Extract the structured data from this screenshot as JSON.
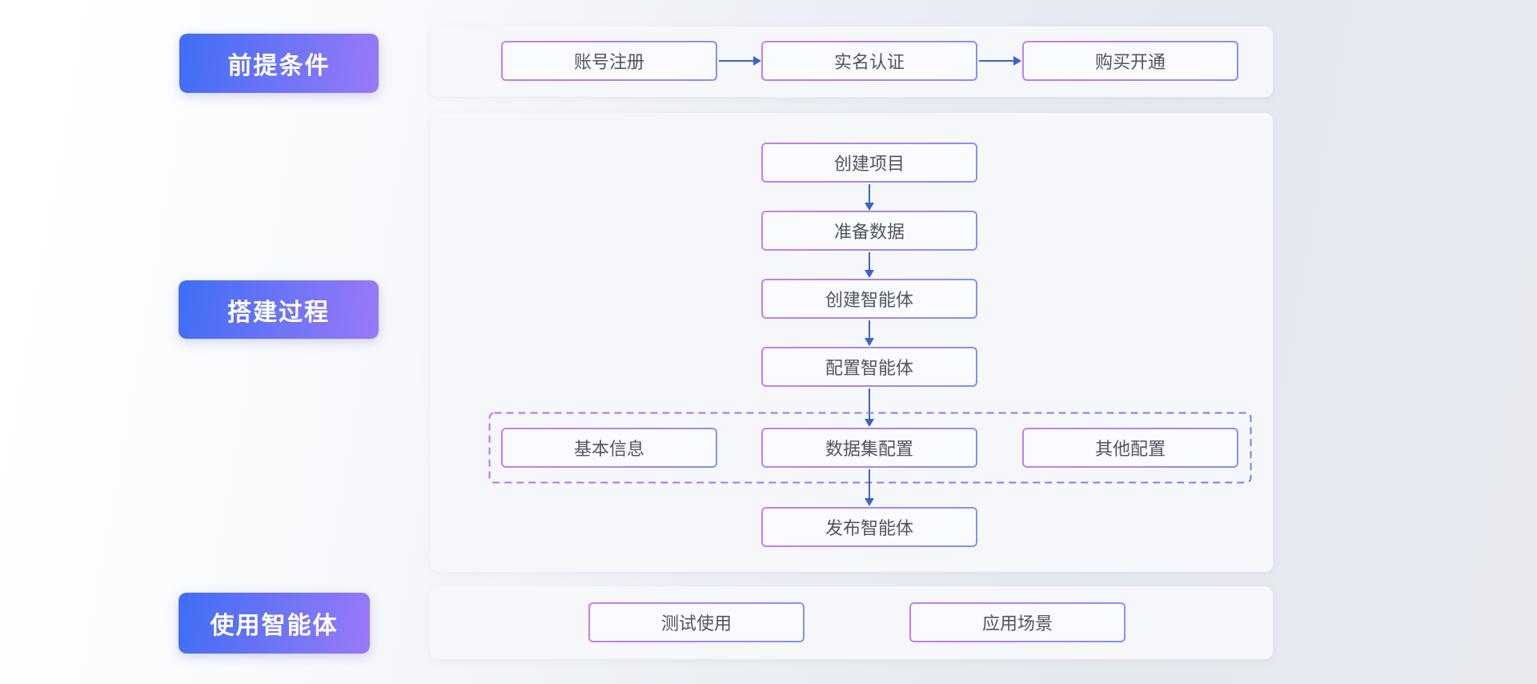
{
  "sections": [
    {
      "label": "前提条件",
      "steps": [
        "账号注册",
        "实名认证",
        "购买开通"
      ]
    },
    {
      "label": "搭建过程",
      "steps": [
        "创建项目",
        "准备数据",
        "创建智能体",
        "配置智能体"
      ],
      "config_options": [
        "基本信息",
        "数据集配置",
        "其他配置"
      ],
      "final_step": "发布智能体"
    },
    {
      "label": "使用智能体",
      "steps": [
        "测试使用",
        "应用场景"
      ]
    }
  ],
  "colors": {
    "label_gradient_start": "#3f6ef5",
    "label_gradient_end": "#9a79f7",
    "node_border_start": "#cf7bea",
    "node_border_end": "#7e93f0",
    "node_background": "#fafbfe",
    "arrow": "#3a63d0",
    "dashed_border_start": "#b277e8",
    "dashed_border_end": "#6b83ee",
    "panel_background": "#f5f7fb"
  }
}
